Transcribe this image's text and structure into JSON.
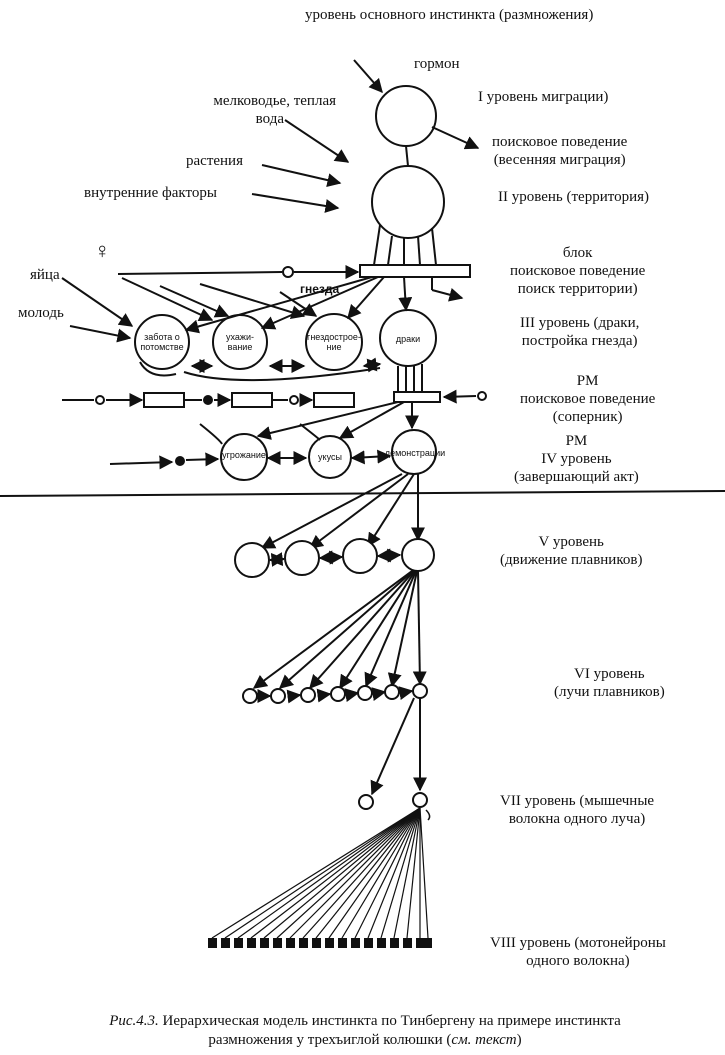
{
  "labels": {
    "top_title": "уровень основного инстинкта (размножения)",
    "hormone": "гормон",
    "shallow_water_1": "мелководье, теплая",
    "shallow_water_2": "вода",
    "plants": "растения",
    "internal_factors": "внутренние факторы",
    "level1": "I  уровень миграции)",
    "search1_1": "поисковое поведение",
    "search1_2": "(весенняя миграция)",
    "level2": "II  уровень (территория)",
    "block_1": "блок",
    "block_2": "поисковое поведение",
    "block_3": "поиск территории)",
    "female_symbol": "♀",
    "eggs": "яйца",
    "young": "молодь",
    "nest_label": "гнезда",
    "level3_1": "III  уровень (драки,",
    "level3_2": "постройка гнезда)",
    "rm1_1": "РМ",
    "rm1_2": "поисковое поведение",
    "rm1_3": "(соперник)",
    "rm2_1": "РМ",
    "rm2_2": "IV уровень",
    "rm2_3": "(завершающий акт)",
    "level5_1": "V  уровень",
    "level5_2": "(движение плавников)",
    "level6_1": "VI уровень",
    "level6_2": "(лучи плавников)",
    "level7_1": "VII уровень (мышечные",
    "level7_2": "волокна одного луча)",
    "level8_1": "VIII  уровень (мотонейроны",
    "level8_2": "одного волокна)"
  },
  "nodes": {
    "care_1": "забота о",
    "care_2": "потомстве",
    "courtship_1": "ухажи-",
    "courtship_2": "вание",
    "nestbuild_1": "гнездострое-",
    "nestbuild_2": "ние",
    "fights": "драки",
    "threat_1": "угрожание",
    "threat_2": "",
    "bites": "укусы",
    "display": "демонстрации"
  },
  "caption": {
    "prefix": "Рис.4.3.",
    "text_1": " Иерархическая модель инстинкта по Тинбергену на примере инстинкта",
    "text_2": "размножения у трехъиглой колюшки (",
    "ref": "см. текст",
    "text_3": ")"
  }
}
